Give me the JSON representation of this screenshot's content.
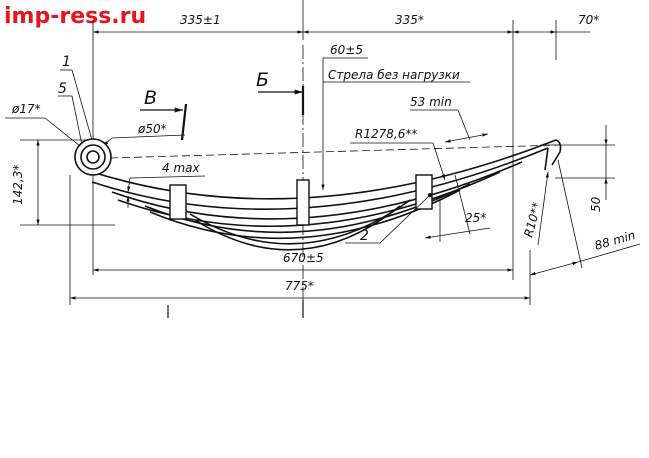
{
  "brand": {
    "text": "imp-ress.ru",
    "color": "#e8141b"
  },
  "dimensions": {
    "left_span": "335±1",
    "right_span": "335*",
    "eye_offset": "70*",
    "arc_height": "60±5",
    "arc_note": "Стрела без нагрузки",
    "min_length": "53 min",
    "radius_main": "R1278,6**",
    "eye_hole": "ø17*",
    "eye_outer": "ø50*",
    "gap_max": "4 max",
    "eye_height": "142,3*",
    "angle": "25*",
    "radius_end": "R10**",
    "end_height": "50",
    "end_length": "88 min",
    "center_span": "670±5",
    "total_length": "775*"
  },
  "callouts": {
    "part_1": "1",
    "part_5": "5",
    "part_2": "2"
  },
  "views": {
    "view_v": "В",
    "view_b": "Б"
  }
}
